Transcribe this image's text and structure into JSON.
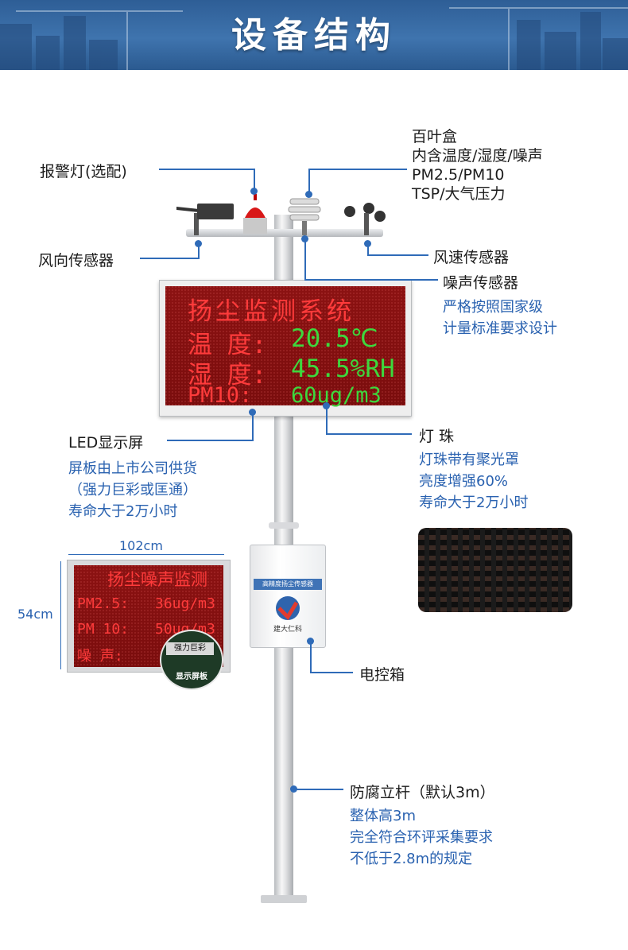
{
  "header": {
    "title": "设备结构"
  },
  "labels": {
    "alarm_light": "报警灯(选配)",
    "louver_box": [
      "百叶盒",
      "内含温度/湿度/噪声",
      "PM2.5/PM10",
      "TSP/大气压力"
    ],
    "wind_direction": "风向传感器",
    "wind_speed": "风速传感器",
    "noise_sensor": "噪声传感器",
    "noise_note": [
      "严格按照国家级",
      "计量标准要求设计"
    ],
    "led_screen": "LED显示屏",
    "led_note": [
      "屏板由上市公司供货",
      "（强力巨彩或匡通）",
      "寿命大于2万小时"
    ],
    "beads": "灯 珠",
    "beads_note": [
      "灯珠带有聚光罩",
      "亮度增强60%",
      "寿命大于2万小时"
    ],
    "control_box": "电控箱",
    "pole": "防腐立杆（默认3m）",
    "pole_note": [
      "整体高3m",
      "完全符合环评采集要求",
      "不低于2.8m的规定"
    ]
  },
  "led_display": {
    "title": "扬尘监测系统",
    "rows": [
      {
        "label": "温 度:",
        "value": "20.5℃"
      },
      {
        "label": "湿 度:",
        "value": "45.5%RH"
      },
      {
        "label": "PM10:",
        "value": "60ug/m3"
      }
    ]
  },
  "control_box": {
    "plate": "高精度扬尘传感器",
    "brand": "建大仁科"
  },
  "small_screen": {
    "width_label": "102cm",
    "height_label": "54cm",
    "title": "扬尘噪声监测",
    "rows": [
      {
        "label": "PM2.5:",
        "value": "36ug/m3"
      },
      {
        "label": "PM 10:",
        "value": "50ug/m3"
      },
      {
        "label": "噪 声:",
        "value": ""
      }
    ],
    "board_label": "显示屏板",
    "board_brand": "强力巨彩"
  },
  "colors": {
    "accent": "#2f6bb8",
    "led_red": "#ff3b3b",
    "led_green": "#3dd83d",
    "header": "#3a6ea8"
  }
}
